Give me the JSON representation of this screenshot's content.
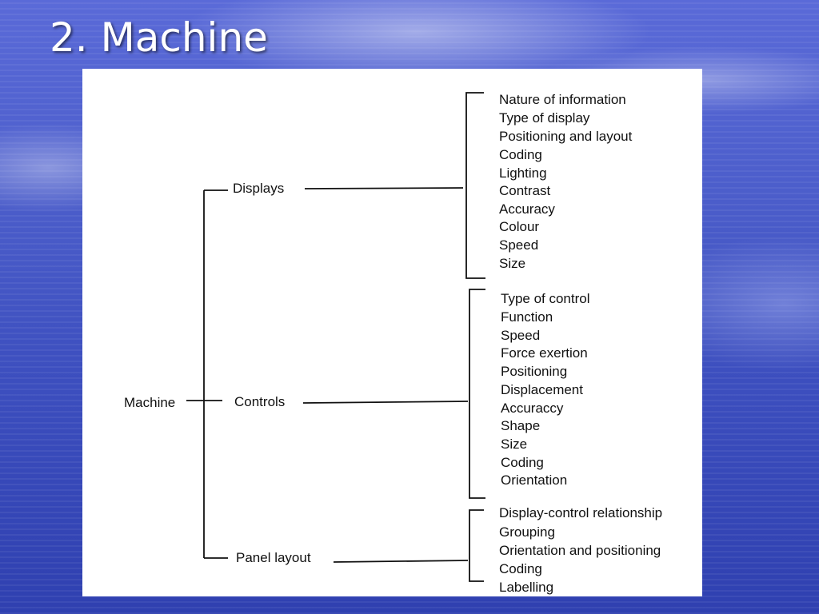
{
  "slide": {
    "title": "2. Machine"
  },
  "diagram": {
    "root": "Machine",
    "branches": [
      {
        "label": "Displays",
        "items": [
          "Nature of information",
          "Type of display",
          "Positioning and layout",
          "Coding",
          "Lighting",
          "Contrast",
          "Accuracy",
          "Colour",
          "Speed",
          "Size"
        ]
      },
      {
        "label": "Controls",
        "items": [
          "Type of control",
          "Function",
          "Speed",
          "Force exertion",
          "Positioning",
          "Displacement",
          "Accuraccy",
          "Shape",
          "Size",
          "Coding",
          "Orientation"
        ]
      },
      {
        "label": "Panel layout",
        "items": [
          "Display-control relationship",
          "Grouping",
          "Orientation and positioning",
          "Coding",
          "Labelling"
        ]
      }
    ]
  }
}
